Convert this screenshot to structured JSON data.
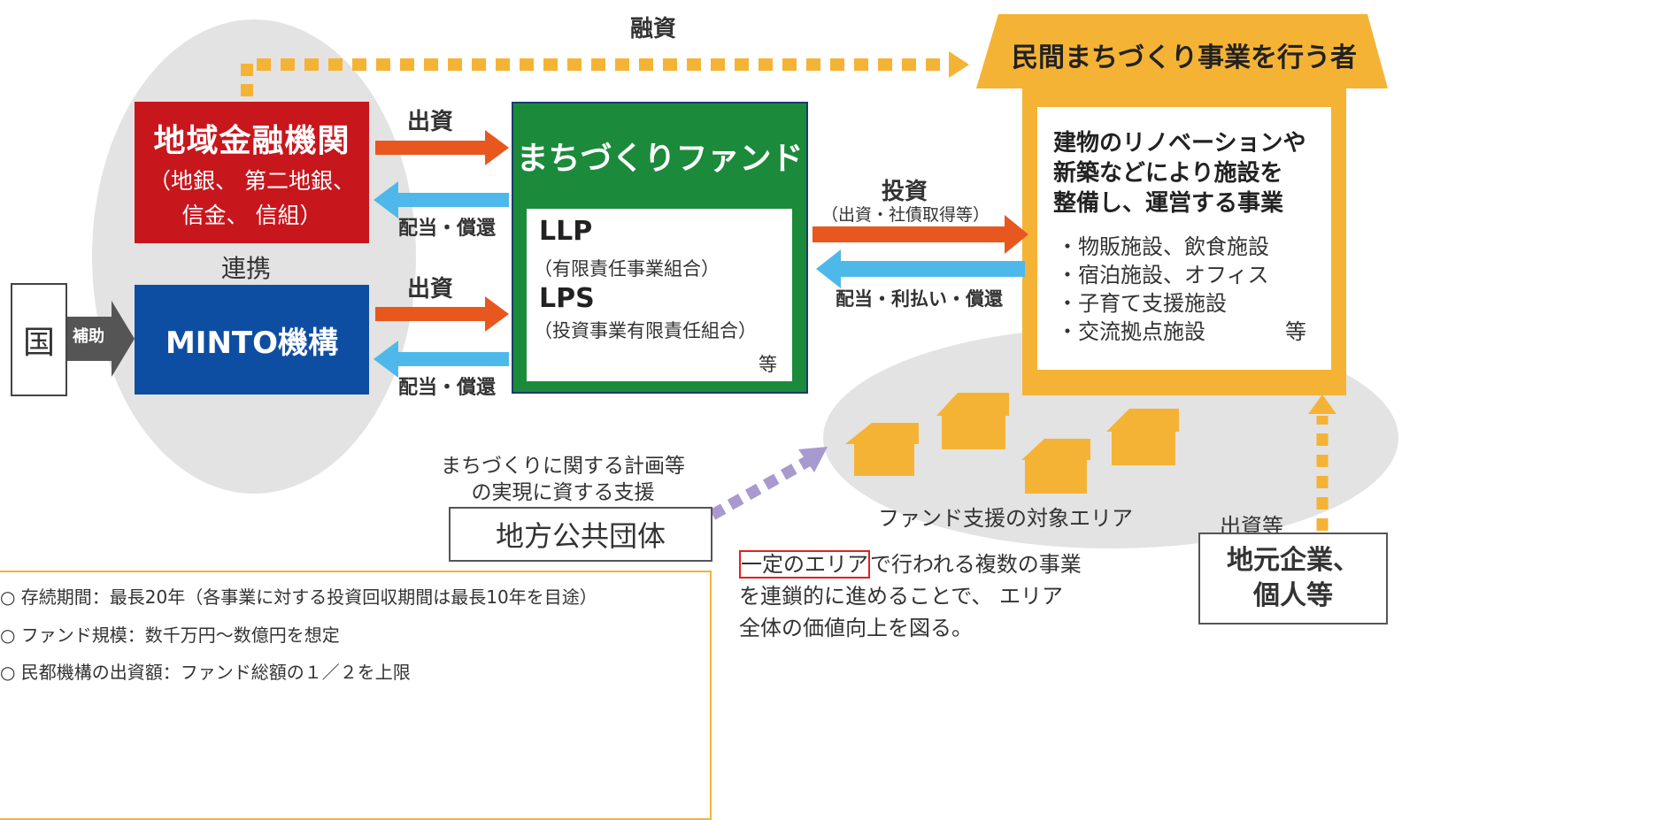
{
  "top_arrow_label": "融資",
  "finance": {
    "name": "地域金融機関",
    "line1": "（地銀、 第二地銀、",
    "line2": "信金、 信組）"
  },
  "link_label": "連携",
  "minto": {
    "name": "MINTO機構"
  },
  "country": {
    "label": "国",
    "subsidy": "補助"
  },
  "arrows": {
    "invest_top": "出資",
    "return_top": "配当・償還",
    "invest_bottom": "出資",
    "return_bottom": "配当・償還",
    "fund_invest": "投資",
    "fund_invest_sub": "（出資・社債取得等）",
    "fund_return": "配当・利払い・償還"
  },
  "fund": {
    "title": "まちづくりファンド",
    "llp": "LLP",
    "llp_sub": "（有限責任事業組合）",
    "lps": "LPS",
    "lps_sub": "（投資事業有限責任組合）",
    "etc": "等"
  },
  "operator": {
    "title": "民間まちづくり事業を行う者",
    "heading": [
      "建物のリノベーションや",
      "新築などにより施設を",
      "整備し、運営する事業"
    ],
    "items": [
      "・物販施設、飲食施設",
      "・宿泊施設、オフィス",
      "・子育て支援施設",
      "・交流拠点施設"
    ],
    "items_etc": "等"
  },
  "support_text": [
    "まちづくりに関する計画等",
    "の実現に資する支援"
  ],
  "local_gov": "地方公共団体",
  "target_area": "ファンド支援の対象エリア",
  "capital_etc": "出資等",
  "local_biz": [
    "地元企業、",
    "個人等"
  ],
  "area_note": {
    "highlight": "一定のエリア",
    "line1_rest": "で行われる複数の事業",
    "line2": "を連鎖的に進めることで、 エリア",
    "line3": "全体の価値向上を図る。"
  },
  "notes": [
    "○ 存続期間：最長20年（各事業に対する投資回収期間は最長10年を目途）",
    "○ ファンド規模：数千万円～数億円を想定",
    "○ 民都機構の出資額：ファンド総額の１／２を上限"
  ],
  "colors": {
    "finance": "#c8161d",
    "minto": "#0e4ea2",
    "fund": "#1c8a3b",
    "house": "#f5b335",
    "invest_arrow": "#e8571e",
    "return_arrow": "#4fb8ea",
    "support_arrow": "#a89ad0",
    "area": "#e3e3e3"
  }
}
